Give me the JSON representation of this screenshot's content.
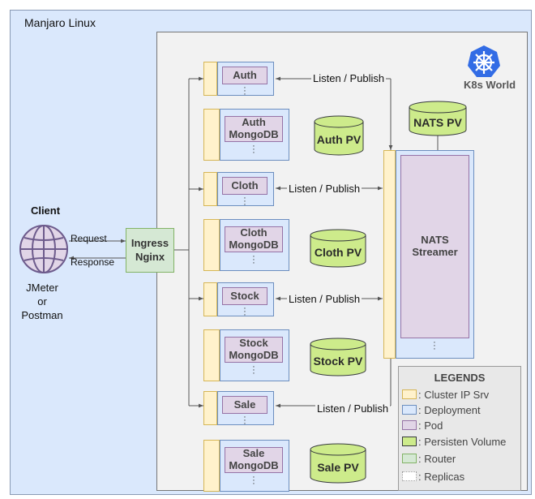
{
  "os_label": "Manjaro Linux",
  "k8s_label": "K8s World",
  "client": {
    "title": "Client",
    "request": "Request",
    "response": "Response",
    "tools_line1": "JMeter",
    "tools_line2": "or",
    "tools_line3": "Postman"
  },
  "router": {
    "line1": "Ingress",
    "line2": "Nginx"
  },
  "services": [
    {
      "pod": "Auth"
    },
    {
      "pod": "Cloth"
    },
    {
      "pod": "Stock"
    },
    {
      "pod": "Sale"
    }
  ],
  "databases": [
    {
      "line1": "Auth",
      "line2": "MongoDB",
      "pv": "Auth PV"
    },
    {
      "line1": "Cloth",
      "line2": "MongoDB",
      "pv": "Cloth PV"
    },
    {
      "line1": "Stock",
      "line2": "MongoDB",
      "pv": "Stock PV"
    },
    {
      "line1": "Sale",
      "line2": "MongoDB",
      "pv": "Sale PV"
    }
  ],
  "listen_publish": "Listen / Publish",
  "nats": {
    "pv": "NATS PV",
    "line1": "NATS",
    "line2": "Streamer"
  },
  "legend": {
    "title": "LEGENDS",
    "items": [
      {
        "label": ": Cluster IP Srv",
        "color": "#fff2cc",
        "border": "#d6b656"
      },
      {
        "label": ": Deployment",
        "color": "#dae8fc",
        "border": "#6c8ebf"
      },
      {
        "label": ": Pod",
        "color": "#e1d5e7",
        "border": "#9673a6"
      },
      {
        "label": ": Persisten Volume",
        "color": "#cdeb8b",
        "border": "#36393d"
      },
      {
        "label": ": Router",
        "color": "#d5e8d4",
        "border": "#82b366"
      },
      {
        "label": ": Replicas",
        "color": "#ffffff",
        "border": "#999999"
      }
    ]
  }
}
